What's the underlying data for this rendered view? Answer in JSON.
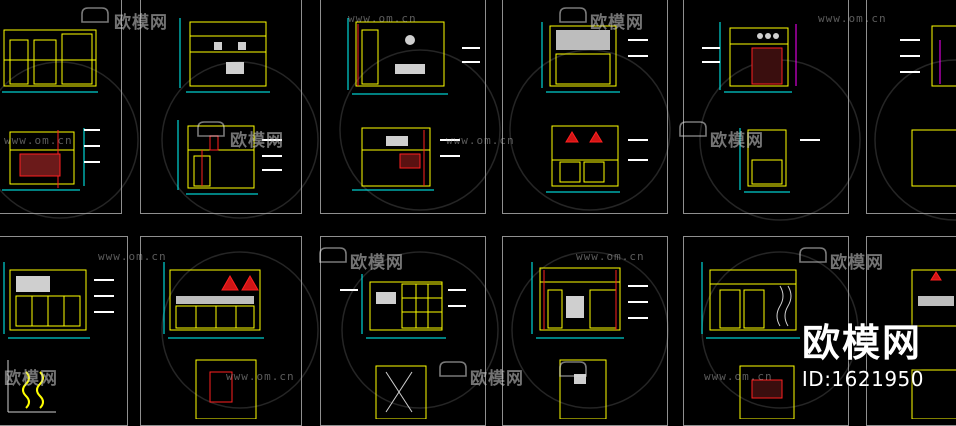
{
  "watermark": {
    "brand_cn": "欧模网",
    "url": "www.om.cn"
  },
  "brand": {
    "title": "欧模网",
    "id_label": "ID:1621950"
  },
  "colors": {
    "background": "#000000",
    "frame": "#8f8f8f",
    "yellow": "#ffff00",
    "cyan": "#00ffff",
    "white": "#ffffff",
    "red": "#ff2020",
    "magenta": "#ff00ff",
    "green": "#00ff00"
  },
  "icons": [
    "sofa-logo-icon",
    "circle-watermark-icon",
    "ucs-axis-icon"
  ]
}
